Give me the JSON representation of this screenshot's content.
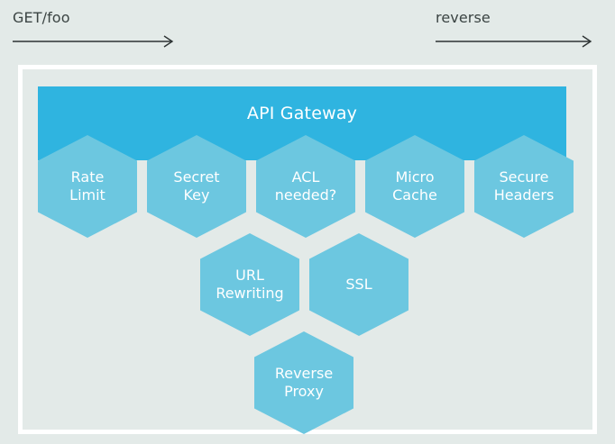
{
  "canvas": {
    "background_color": "#e3eae8",
    "frame_color": "#ffffff"
  },
  "annotations": {
    "left_label": "GET/foo",
    "right_label": "reverse",
    "arrow_color": "#2d3333",
    "left_arrow_name": "request-flow-arrow",
    "right_arrow_name": "reverse-flow-arrow"
  },
  "gateway": {
    "title": "API Gateway",
    "band_color": "#2fb4e0",
    "title_color": "#ffffff"
  },
  "hexagons": {
    "fill_color": "#6cc7e0",
    "label_color": "#ffffff",
    "rows": [
      {
        "row_index": 1,
        "cells": [
          {
            "id": "rate-limit",
            "label": "Rate\nLimit"
          },
          {
            "id": "secret-key",
            "label": "Secret\nKey"
          },
          {
            "id": "acl-needed",
            "label": "ACL\nneeded?"
          },
          {
            "id": "micro-cache",
            "label": "Micro\nCache"
          },
          {
            "id": "secure-headers",
            "label": "Secure\nHeaders"
          }
        ]
      },
      {
        "row_index": 2,
        "cells": [
          {
            "id": "url-rewriting",
            "label": "URL\nRewriting"
          },
          {
            "id": "ssl",
            "label": "SSL"
          }
        ]
      },
      {
        "row_index": 3,
        "cells": [
          {
            "id": "reverse-proxy",
            "label": "Reverse\nProxy"
          }
        ]
      }
    ]
  }
}
